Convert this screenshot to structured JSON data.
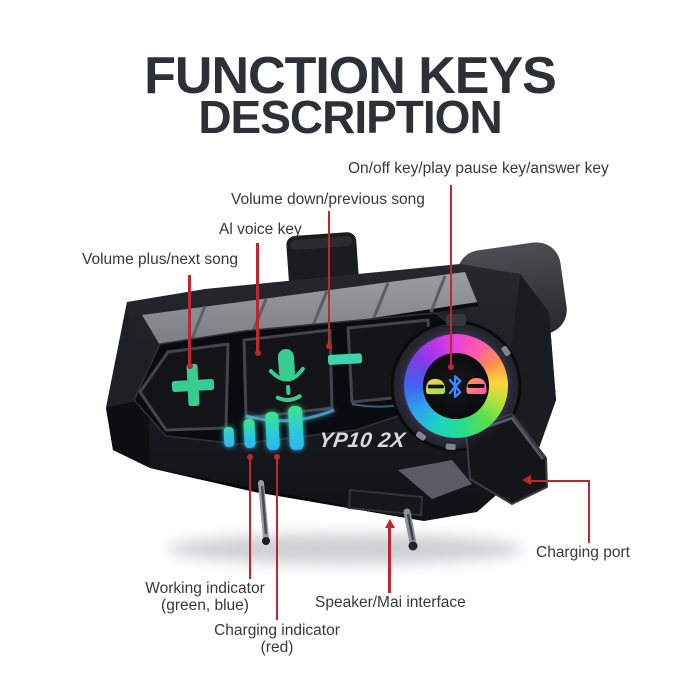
{
  "title": {
    "line1": "FUNCTION KEYS",
    "line2": "DESCRIPTION"
  },
  "labels": {
    "power": "On/off key/play pause key/answer key",
    "volume_down": "Volume down/previous song",
    "ai_voice": "Al voice key",
    "volume_plus": "Volume plus/next song",
    "charging_port": "Charging port",
    "working_indicator": "Working indicator",
    "working_indicator_sub": "(green, blue)",
    "charging_indicator": "Charging indicator",
    "charging_indicator_sub": "(red)",
    "speaker": "Speaker/Mai interface"
  },
  "device": {
    "logo": "YP10 2X"
  },
  "colors": {
    "callout_red": "#bf2730",
    "title_ink": "#2d3036",
    "button_green": "#38cd90",
    "button_teal": "#3ed2ae",
    "led_green": "#3ee487",
    "led_blue": "#2fb3f2",
    "bluetooth_blue": "#3a8bff"
  }
}
